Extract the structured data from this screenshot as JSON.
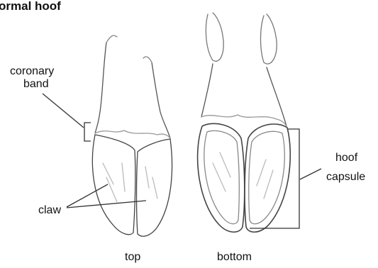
{
  "diagram": {
    "title": "ormal hoof",
    "labels": {
      "coronary_band_line1": "coronary",
      "coronary_band_line2": "band",
      "claw": "claw",
      "hoof_capsule_line1": "hoof",
      "hoof_capsule_line2": "capsule",
      "top_view": "top",
      "bottom_view": "bottom"
    },
    "colors": {
      "line": "#333333",
      "sketch": "#777777",
      "background": "#ffffff"
    }
  }
}
